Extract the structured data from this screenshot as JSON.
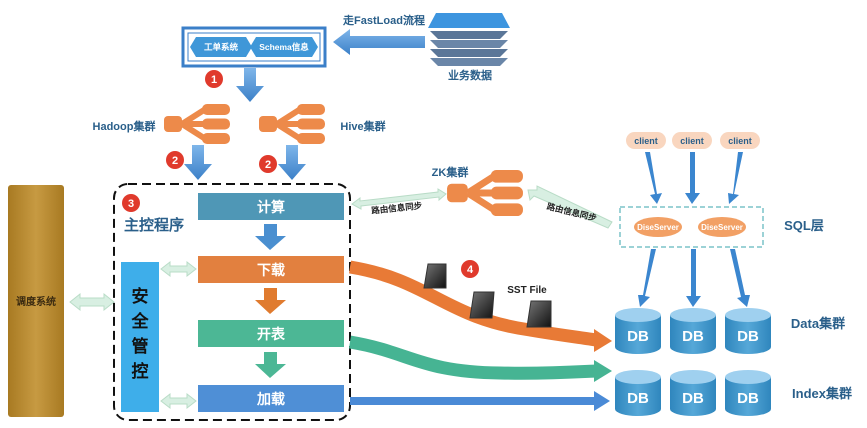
{
  "labels": {
    "fastload": "走FastLoad流程",
    "business_data": "业务数据",
    "ticket_system": "工单系统",
    "schema_info": "Schema信息",
    "hadoop": "Hadoop集群",
    "hive": "Hive集群",
    "zk": "ZK集群",
    "route_sync_left": "路由信息同步",
    "route_sync_right": "路由信息同步",
    "main_program": "主控程序",
    "scheduler": "调度系统",
    "security_chars": [
      "安",
      "全",
      "管",
      "控"
    ],
    "sst_file": "SST File",
    "sql_layer": "SQL层",
    "data_cluster": "Data集群",
    "index_cluster": "Index集群",
    "clients": [
      "client",
      "client",
      "client"
    ],
    "dise_servers": [
      "DiseServer",
      "DiseServer"
    ],
    "db": "DB"
  },
  "steps": [
    {
      "label": "计算",
      "color": "#4f97b6"
    },
    {
      "label": "下载",
      "color": "#e2803f"
    },
    {
      "label": "开表",
      "color": "#4cb795"
    },
    {
      "label": "加载",
      "color": "#4f8fd6"
    }
  ],
  "badges": [
    "1",
    "2",
    "2",
    "3",
    "4"
  ],
  "colors": {
    "step_arrow_blue": "#4a8fd0",
    "step_arrow_orange": "#e07b2f",
    "stream_orange": "#e87a36",
    "stream_teal": "#46b493",
    "stream_blue": "#4a8ad6",
    "cluster_orange": "#ed8a4a",
    "security_panel": "#3eaeea",
    "scheduler_panel": "#b98b2e",
    "db_cylinder": "#3f97c9",
    "client_pill": "#f9d6bf",
    "badge_red": "#e03a2c",
    "label_text": "#2a5f8a"
  },
  "icons": [
    "stacked-layers-icon",
    "cluster-node-icon",
    "database-cylinder-icon",
    "file-icon"
  ]
}
